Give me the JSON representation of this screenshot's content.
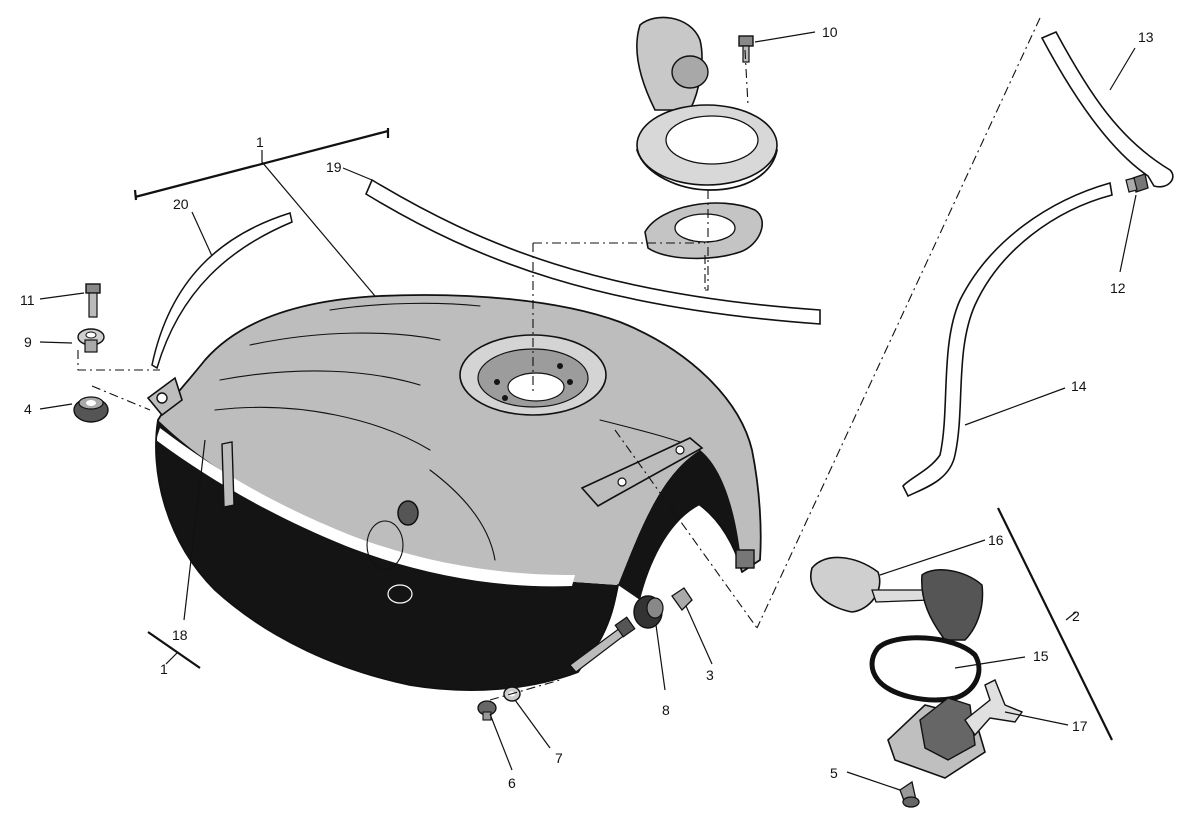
{
  "callouts": [
    {
      "id": "1a",
      "text": "1"
    },
    {
      "id": "1b",
      "text": "1"
    },
    {
      "id": "2",
      "text": "2"
    },
    {
      "id": "3",
      "text": "3"
    },
    {
      "id": "4",
      "text": "4"
    },
    {
      "id": "5",
      "text": "5"
    },
    {
      "id": "6",
      "text": "6"
    },
    {
      "id": "7",
      "text": "7"
    },
    {
      "id": "8",
      "text": "8"
    },
    {
      "id": "9",
      "text": "9"
    },
    {
      "id": "10",
      "text": "10"
    },
    {
      "id": "11",
      "text": "11"
    },
    {
      "id": "12",
      "text": "12"
    },
    {
      "id": "13",
      "text": "13"
    },
    {
      "id": "14",
      "text": "14"
    },
    {
      "id": "15",
      "text": "15"
    },
    {
      "id": "16",
      "text": "16"
    },
    {
      "id": "17",
      "text": "17"
    },
    {
      "id": "18",
      "text": "18"
    },
    {
      "id": "19",
      "text": "19"
    },
    {
      "id": "20",
      "text": "20"
    }
  ],
  "colors": {
    "tank_upper": "#bdbdbd",
    "tank_lower": "#141414",
    "line": "#111111",
    "background": "#ffffff"
  }
}
